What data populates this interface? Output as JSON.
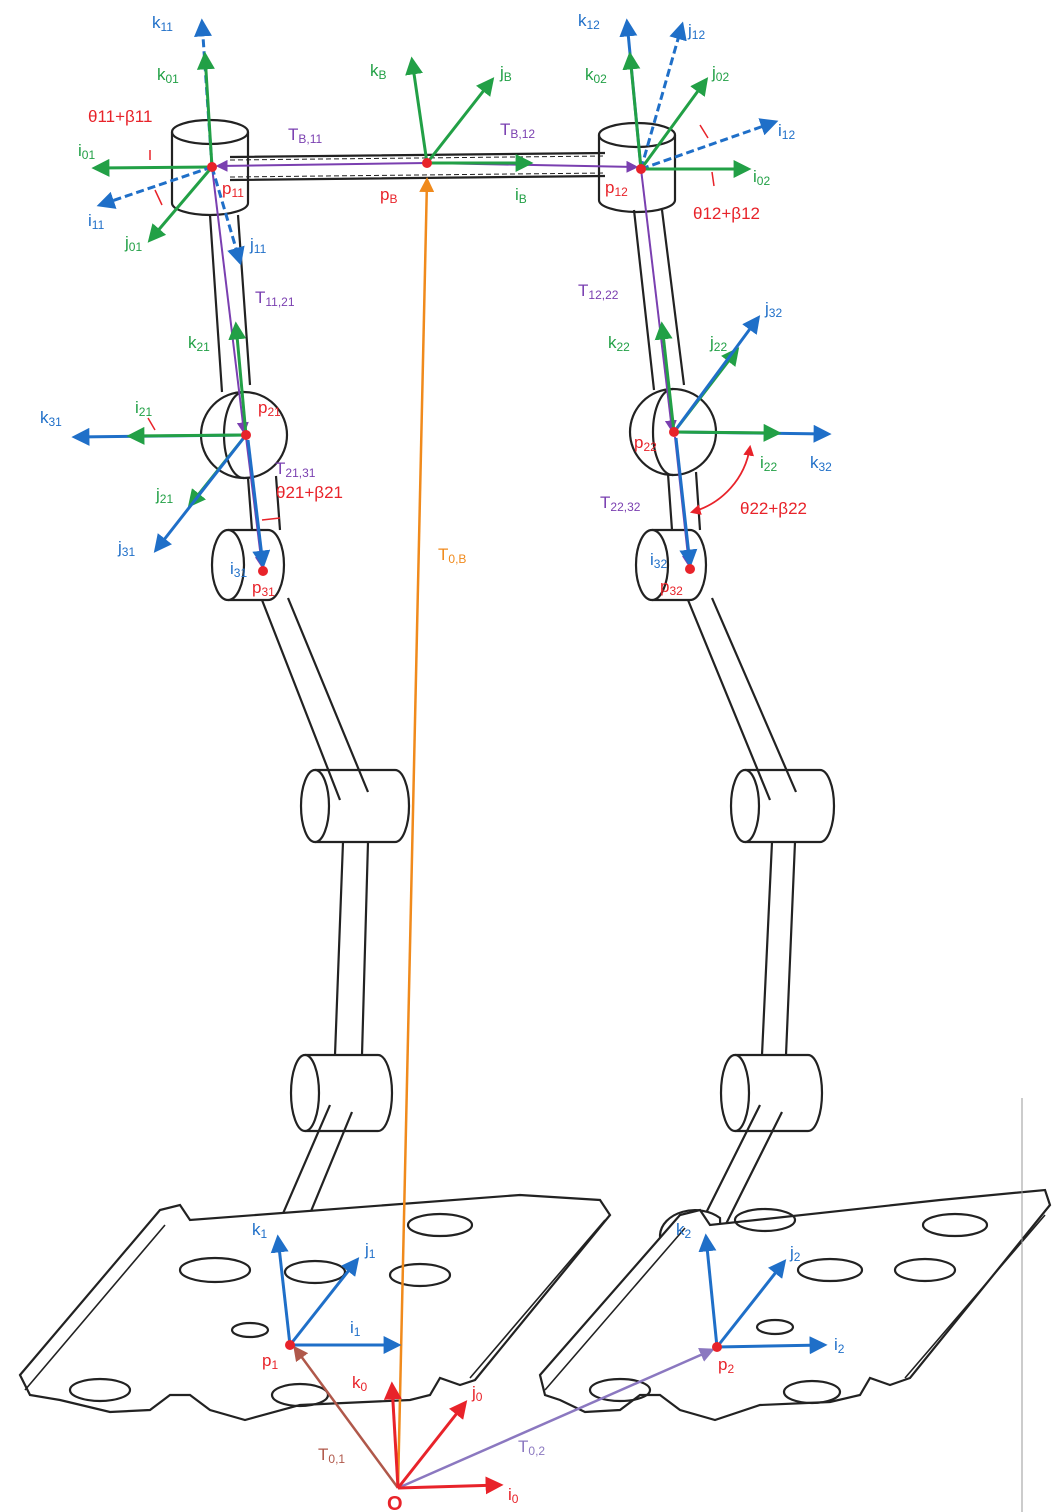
{
  "colors": {
    "blue": "#1f6fc8",
    "green": "#22a046",
    "red": "#e8232a",
    "purple": "#7a3fb0",
    "orange": "#f08a1c",
    "brown": "#b0584a",
    "lavender": "#8b78c0",
    "mechanism": "#222222"
  },
  "labels": {
    "k11": {
      "m": "k",
      "s": "11"
    },
    "k01": {
      "m": "k",
      "s": "01"
    },
    "theta11": {
      "m": "θ11+β11",
      "s": ""
    },
    "i01": {
      "m": "i",
      "s": "01"
    },
    "i11": {
      "m": "i",
      "s": "11"
    },
    "j01": {
      "m": "j",
      "s": "01"
    },
    "j11": {
      "m": "j",
      "s": "11"
    },
    "p11": {
      "m": "p",
      "s": "11"
    },
    "TB11": {
      "m": "T",
      "s": "B,11"
    },
    "kB": {
      "m": "k",
      "s": "B"
    },
    "jB": {
      "m": "j",
      "s": "B"
    },
    "TB12": {
      "m": "T",
      "s": "B,12"
    },
    "pB": {
      "m": "p",
      "s": "B"
    },
    "iB": {
      "m": "i",
      "s": "B"
    },
    "k12": {
      "m": "k",
      "s": "12"
    },
    "j12": {
      "m": "j",
      "s": "12"
    },
    "k02": {
      "m": "k",
      "s": "02"
    },
    "j02": {
      "m": "j",
      "s": "02"
    },
    "i12": {
      "m": "i",
      "s": "12"
    },
    "i02": {
      "m": "i",
      "s": "02"
    },
    "p12": {
      "m": "p",
      "s": "12"
    },
    "theta12": {
      "m": "θ12+β12",
      "s": ""
    },
    "T1121": {
      "m": "T",
      "s": "11,21"
    },
    "T1222": {
      "m": "T",
      "s": "12,22"
    },
    "k21": {
      "m": "k",
      "s": "21"
    },
    "k22": {
      "m": "k",
      "s": "22"
    },
    "j22": {
      "m": "j",
      "s": "22"
    },
    "j32": {
      "m": "j",
      "s": "32"
    },
    "k31": {
      "m": "k",
      "s": "31"
    },
    "i21": {
      "m": "i",
      "s": "21"
    },
    "p21": {
      "m": "p",
      "s": "21"
    },
    "p22": {
      "m": "p",
      "s": "22"
    },
    "i22": {
      "m": "i",
      "s": "22"
    },
    "k32": {
      "m": "k",
      "s": "32"
    },
    "T2131": {
      "m": "T",
      "s": "21,31"
    },
    "theta21": {
      "m": "θ21+β21",
      "s": ""
    },
    "j21": {
      "m": "j",
      "s": "21"
    },
    "j31": {
      "m": "j",
      "s": "31"
    },
    "T2232": {
      "m": "T",
      "s": "22,32"
    },
    "theta22": {
      "m": "θ22+β22",
      "s": ""
    },
    "i31": {
      "m": "i",
      "s": "31"
    },
    "p31": {
      "m": "p",
      "s": "31"
    },
    "i32": {
      "m": "i",
      "s": "32"
    },
    "p32": {
      "m": "p",
      "s": "32"
    },
    "T0B": {
      "m": "T",
      "s": "0,B"
    },
    "k1": {
      "m": "k",
      "s": "1"
    },
    "j1": {
      "m": "j",
      "s": "1"
    },
    "i1": {
      "m": "i",
      "s": "1"
    },
    "p1": {
      "m": "p",
      "s": "1"
    },
    "k0": {
      "m": "k",
      "s": "0"
    },
    "j0": {
      "m": "j",
      "s": "0"
    },
    "T01": {
      "m": "T",
      "s": "0,1"
    },
    "T02": {
      "m": "T",
      "s": "0,2"
    },
    "O": {
      "m": "O",
      "s": ""
    },
    "i0": {
      "m": "i",
      "s": "0"
    },
    "k2": {
      "m": "k",
      "s": "2"
    },
    "j2": {
      "m": "j",
      "s": "2"
    },
    "i2": {
      "m": "i",
      "s": "2"
    },
    "p2": {
      "m": "p",
      "s": "2"
    }
  }
}
